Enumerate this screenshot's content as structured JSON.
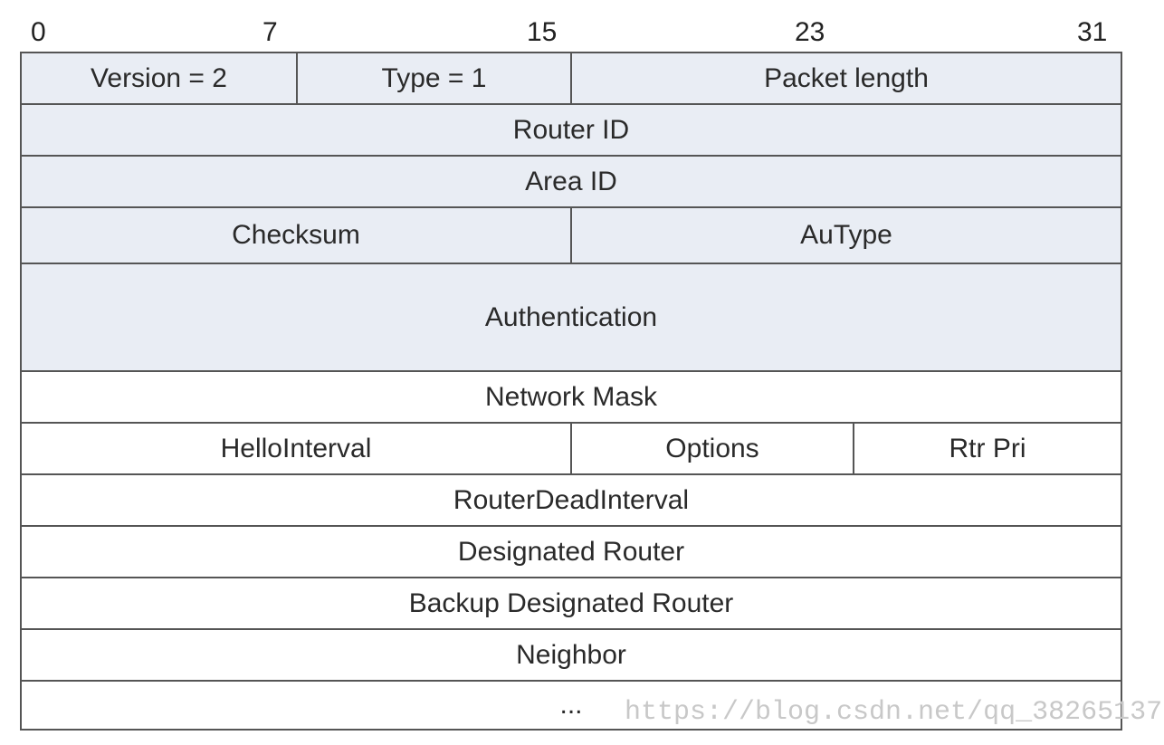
{
  "bit_labels": {
    "b0": "0",
    "b7": "7",
    "b15": "15",
    "b23": "23",
    "b31": "31"
  },
  "fields": {
    "version": "Version = 2",
    "type": "Type = 1",
    "packet_length": "Packet length",
    "router_id": "Router ID",
    "area_id": "Area ID",
    "checksum": "Checksum",
    "autype": "AuType",
    "authentication": "Authentication",
    "network_mask": "Network Mask",
    "hello_interval": "HelloInterval",
    "options": "Options",
    "rtr_pri": "Rtr Pri",
    "router_dead_interval": "RouterDeadInterval",
    "designated_router": "Designated Router",
    "backup_designated_router": "Backup Designated Router",
    "neighbor": "Neighbor",
    "ellipsis": "..."
  },
  "watermark": "https://blog.csdn.net/qq_38265137",
  "colors": {
    "header_fill": "#e9edf4",
    "body_fill": "#ffffff",
    "border": "#555555"
  }
}
